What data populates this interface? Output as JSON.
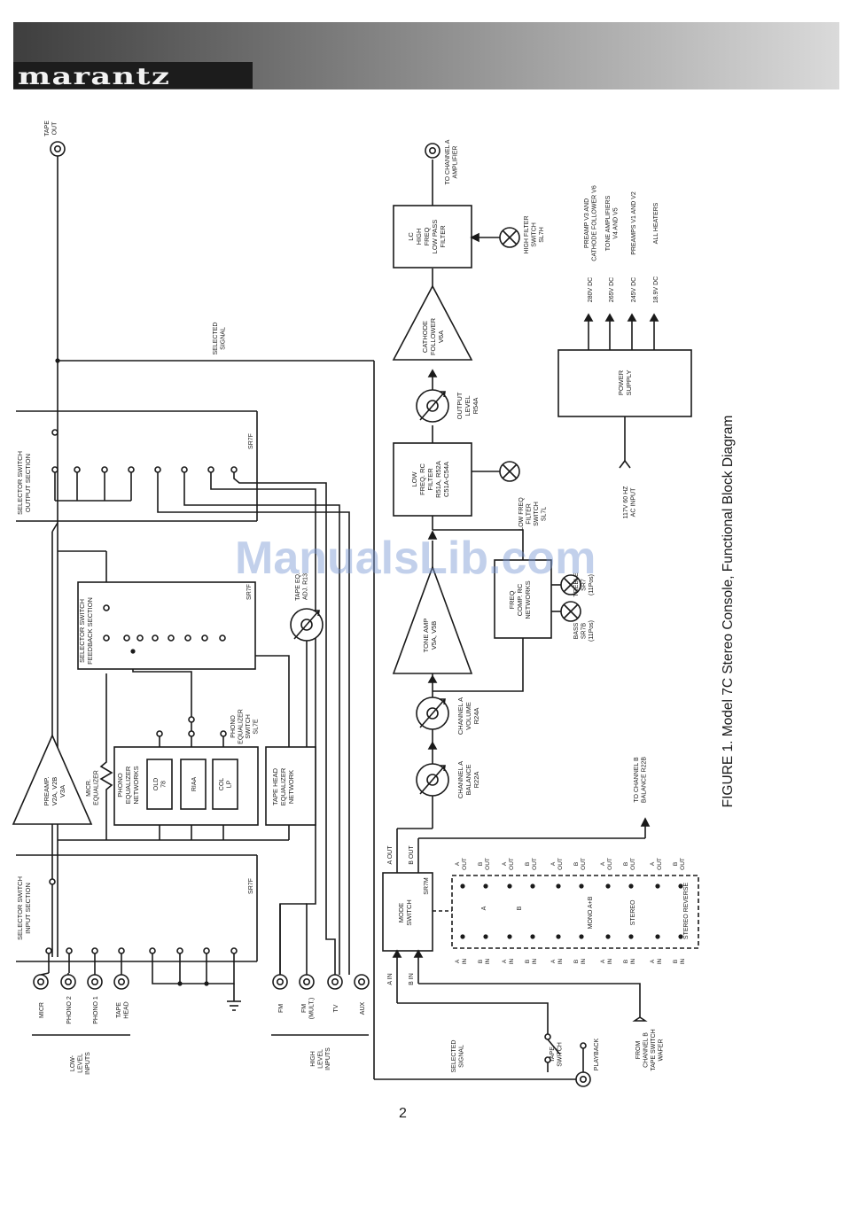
{
  "header": {
    "brand_logo": "marantz"
  },
  "figure": {
    "caption": "FIGURE 1.  Model 7C Stereo Console, Functional Block Diagram",
    "page_number": "2",
    "watermark": "ManualsLib.com"
  },
  "blocks": {
    "preamp": [
      "PREAMP.",
      "V2A, V2B",
      "V3A"
    ],
    "micr_equalizer": [
      "MICR.",
      "EQUALIZER"
    ],
    "phono_eq_networks": [
      "PHONO",
      "EQUALIZER",
      "NETWORKS"
    ],
    "old78": [
      "OLD",
      "78"
    ],
    "riaa": [
      "RIAA"
    ],
    "col_lp": [
      "COL",
      "LP"
    ],
    "phono_eq_switch": [
      "PHONO",
      "EQUALIZER",
      "SWITCH",
      "SL7E"
    ],
    "tape_head_eq": [
      "TAPE HEAD",
      "EQUALIZER",
      "NETWORK"
    ],
    "tape_eq_adj": [
      "TAPE EQ.",
      "ADJ. R13"
    ],
    "sel_input": [
      "SELECTOR SWITCH",
      "INPUT SECTION"
    ],
    "sel_feedback": [
      "SELECTOR SWITCH",
      "FEEDBACK SECTION"
    ],
    "sel_output": [
      "SELECTOR SWITCH",
      "OUTPUT SECTION"
    ],
    "sr7f": "SR7F",
    "mode_switch": [
      "MODE",
      "SWITCH"
    ],
    "sr7m": "SR7M",
    "balance": [
      "CHANNEL A",
      "BALANCE",
      "R22A"
    ],
    "volume": [
      "CHANNEL A",
      "VOLUME",
      "R24A"
    ],
    "tone_amp": [
      "TONE AMP",
      "V5A, V5B"
    ],
    "freq_comp": [
      "FREQ",
      "COMP. RC",
      "NETWORKS"
    ],
    "bass": [
      "BASS",
      "SR7B",
      "(11Pos)"
    ],
    "treble": [
      "TREBLE",
      "SR7",
      "(11Pos)"
    ],
    "low_freq_filter": [
      "LOW",
      "FREQ. RC",
      "FILTER",
      "R51A, R52A",
      "C51A-C54A"
    ],
    "low_freq_switch": [
      "LOW FREQ",
      "FILTER",
      "SWITCH",
      "SL7L"
    ],
    "output_level": [
      "OUTPUT",
      "LEVEL",
      "R54A"
    ],
    "cathode_follower": [
      "CATHODE",
      "FOLLOWER",
      "V6A"
    ],
    "lc_filter": [
      "LC",
      "HIGH",
      "FREQ",
      "LOW PASS",
      "FILTER"
    ],
    "high_filter_switch": [
      "HIGH FILTER",
      "SWITCH",
      "SL7H"
    ],
    "to_amplifier": [
      "TO CHANNEL A",
      "AMPLIFIER"
    ],
    "power_supply": [
      "POWER",
      "SUPPLY"
    ],
    "ac_input": [
      "117V 60 HZ",
      "AC INPUT"
    ],
    "tape_out": [
      "TAPE",
      "OUT"
    ],
    "selected_signal": [
      "SELECTED",
      "SIGNAL"
    ],
    "to_channel_b": [
      "TO CHANNEL B",
      "BALANCE R22B"
    ],
    "from_channel_b": [
      "FROM",
      "CHANNEL B",
      "TAPE SWITCH",
      "WAFER"
    ],
    "tape_switch": [
      "TAPE",
      "SWITCH"
    ],
    "playback": "PLAYBACK",
    "a_out": "A OUT",
    "b_out": "B OUT",
    "a_in": "A IN",
    "b_in": "B IN"
  },
  "mode_positions": [
    "A",
    "B",
    "MONO A+B",
    "STEREO",
    "STEREO REVERSE"
  ],
  "contact_labels": {
    "out_a": [
      "A",
      "OUT"
    ],
    "out_b": [
      "B",
      "OUT"
    ],
    "in_a": [
      "A",
      "IN"
    ],
    "in_b": [
      "B",
      "IN"
    ]
  },
  "low_level_inputs": {
    "group_label": [
      "LOW-",
      "LEVEL",
      "INPUTS"
    ],
    "items": [
      "MICR",
      "PHONO 2",
      "PHONO 1",
      [
        "TAPE",
        "HEAD"
      ]
    ]
  },
  "high_level_inputs": {
    "group_label": [
      "HIGH",
      "LEVEL",
      "INPUTS"
    ],
    "items": [
      "FM",
      [
        "FM",
        "(MULT.)"
      ],
      "TV",
      "AUX"
    ]
  },
  "power_outputs": [
    {
      "voltage": "280V DC",
      "use": [
        "PREAMP V3 AND",
        "CATHODE FOLLOWER V6"
      ]
    },
    {
      "voltage": "265V DC",
      "use": [
        "TONE AMPLIFIERS",
        "V4 AND V5"
      ]
    },
    {
      "voltage": "245V DC",
      "use": [
        "PREAMPS V1 AND V2"
      ]
    },
    {
      "voltage": "18.9V DC",
      "use": [
        "ALL HEATERS"
      ]
    }
  ]
}
